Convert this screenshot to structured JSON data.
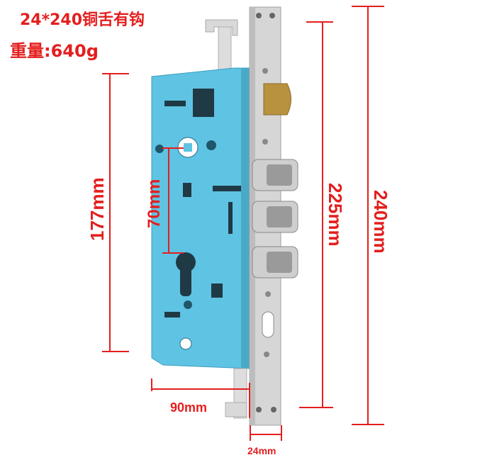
{
  "title_line1": "24*240铜舌有钩",
  "title_line2": "重量:640g",
  "dimensions": {
    "height_body": "177mm",
    "spacing": "70mm",
    "body_width": "90mm",
    "faceplate_width": "24mm",
    "faceplate_inner": "225mm",
    "total_height": "240mm"
  },
  "colors": {
    "annotation": "#e41e1e",
    "lock_body": "#5fc3e3",
    "faceplate": "#d6d6d6",
    "latch": "#b8923f"
  }
}
